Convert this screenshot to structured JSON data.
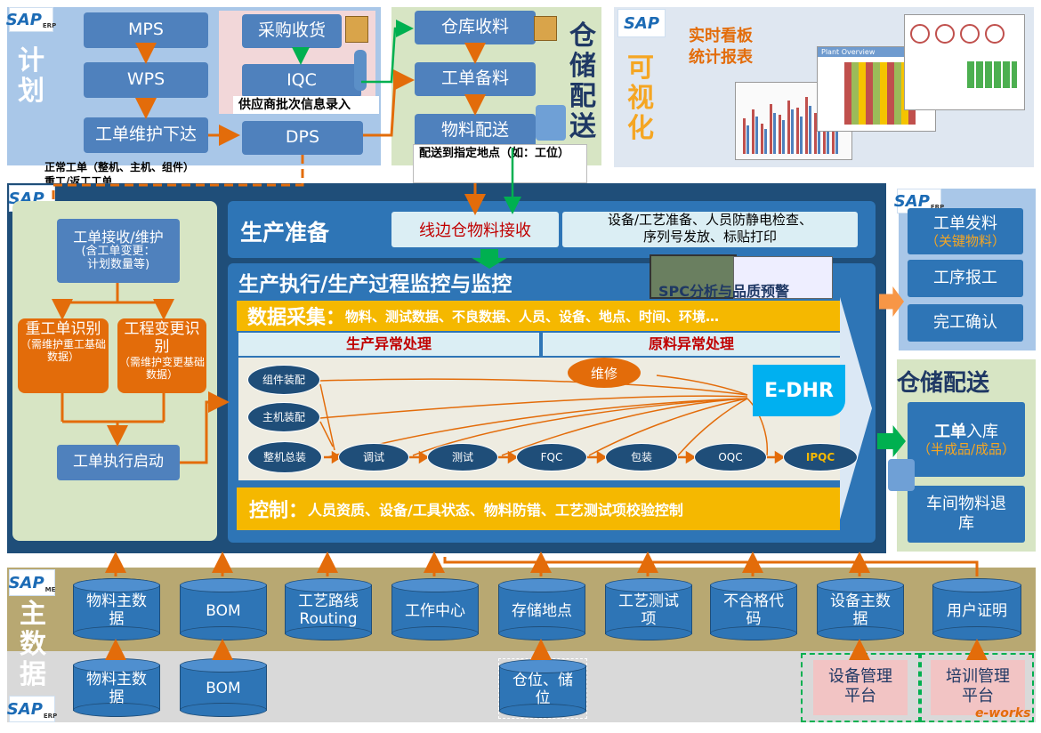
{
  "plan": {
    "title_chars": [
      "计",
      "划"
    ],
    "mps": "MPS",
    "wps": "WPS",
    "wo_issue": "工单维护下达",
    "purchase": "采购收货",
    "iqc": "IQC",
    "dps": "DPS",
    "supplier_entry": "供应商批次信息录入",
    "order_note_1": "正常工单（整机、主机、组件）",
    "order_note_2": "重工/返工工单"
  },
  "warehouse_top": {
    "receive": "仓库收料",
    "prepare": "工单备料",
    "deliver": "物料配送",
    "title_chars": [
      "仓",
      "储",
      "配",
      "送"
    ],
    "deliver_note": "配送到指定地点（如：工位）"
  },
  "visual": {
    "title_chars": [
      "可",
      "视",
      "化"
    ],
    "caption_1": "实时看板",
    "caption_2": "统计报表",
    "screen_title": "Plant Overview"
  },
  "me": {
    "wo_receive": "工单接收/维护",
    "wo_receive_sub_1": "(含工单变更：",
    "wo_receive_sub_2": "计划数量等)",
    "rework_title": "重工单识别",
    "rework_sub": "（需维护重工基础数据）",
    "change_title": "工程变更识别",
    "change_sub": "（需维护变更基础数据）",
    "wo_start": "工单执行启动",
    "prep_title": "生产准备",
    "line_receive": "线边仓物料接收",
    "equip_prep_1": "设备/工艺准备、人员防静电检查、",
    "equip_prep_2": "序列号发放、标贴打印",
    "exec_title": "生产执行/生产过程监控与监控",
    "spc": "SPC分析与品质预警",
    "data_collect_title": "数据采集：",
    "data_collect_items": "物料、测试数据、不良数据、人员、设备、地点、时间、环境…",
    "prod_exception": "生产异常处理",
    "material_exception": "原料异常处理",
    "repair": "维修",
    "edhr": "E-DHR",
    "control_title": "控制：",
    "control_items": "人员资质、设备/工具状态、物料防错、工艺测试项校验控制",
    "process_left": [
      "组件装配",
      "主机装配",
      "整机总装"
    ],
    "process_steps": [
      "调试",
      "测试",
      "FQC",
      "包装",
      "OQC",
      "IPQC"
    ]
  },
  "right_erp": {
    "wo_issue": "工单发料",
    "wo_issue_sub": "（关键物料）",
    "op_report": "工序报工",
    "complete": "完工确认"
  },
  "right_wh": {
    "title": "仓储配送",
    "inbound_bold": "工单",
    "inbound_rest": "入库",
    "inbound_sub": "（半成品/成品）",
    "return": "车间物料退库"
  },
  "master": {
    "title_chars": [
      "主",
      "数",
      "据"
    ],
    "me_items": [
      "物料主数据",
      "BOM",
      "工艺路线Routing",
      "工作中心",
      "存储地点",
      "工艺测试项",
      "不合格代码",
      "设备主数据",
      "用户证明"
    ],
    "erp_items": [
      "物料主数据",
      "BOM",
      "仓位、储位"
    ],
    "platforms": [
      "设备管理平台",
      "培训管理平台"
    ]
  },
  "sap_logos": {
    "text": "SAP",
    "erp": "ERP",
    "me": "ME"
  },
  "watermark": "e-works",
  "colors": {
    "plan_bg": "#a9c7e8",
    "me_bg": "#1f4e79",
    "orange": "#e36c0a",
    "yellow": "#f5b800",
    "master_bg": "#b8a872"
  }
}
